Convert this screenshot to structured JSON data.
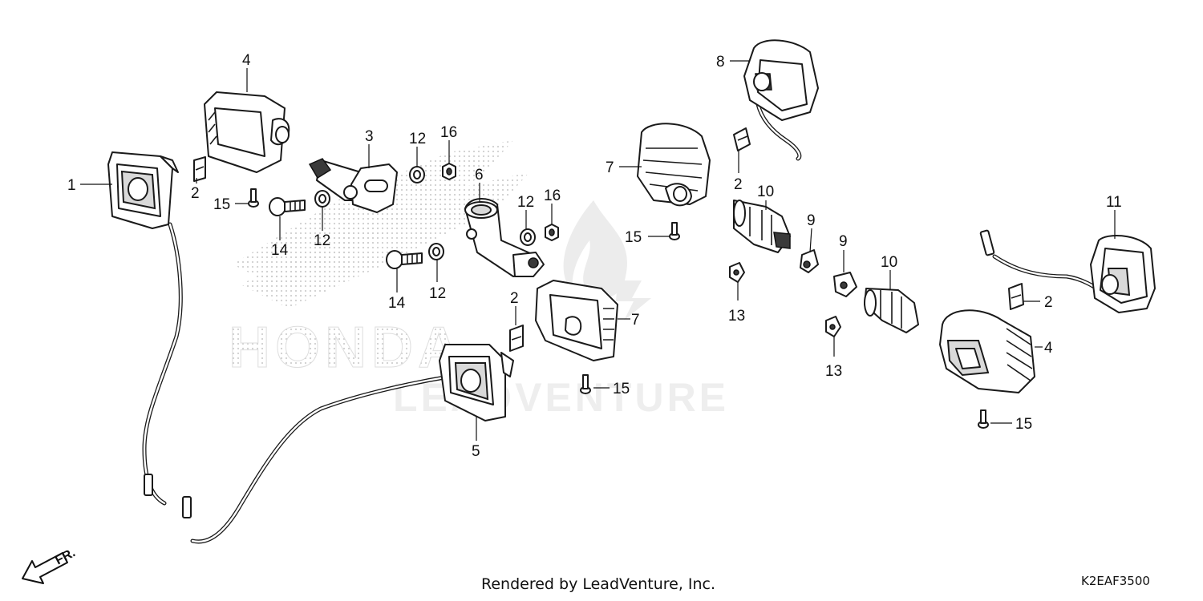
{
  "diagram": {
    "callouts": {
      "c1": "1",
      "c2a": "2",
      "c2b": "2",
      "c2c": "2",
      "c2d": "2",
      "c3": "3",
      "c4a": "4",
      "c4b": "4",
      "c5": "5",
      "c6": "6",
      "c7a": "7",
      "c7b": "7",
      "c8": "8",
      "c9a": "9",
      "c9b": "9",
      "c10a": "10",
      "c10b": "10",
      "c11": "11",
      "c12a": "12",
      "c12b": "12",
      "c12c": "12",
      "c12d": "12",
      "c13a": "13",
      "c13b": "13",
      "c14a": "14",
      "c14b": "14",
      "c15a": "15",
      "c15b": "15",
      "c15c": "15",
      "c15d": "15",
      "c16a": "16",
      "c16b": "16"
    },
    "direction_label": "FR.",
    "watermark": {
      "honda_logo": "HONDA",
      "brand": "LEADVENTURE"
    }
  },
  "footer": {
    "rendered_by": "Rendered by LeadVenture, Inc.",
    "diagram_code": "K2EAF3500"
  }
}
